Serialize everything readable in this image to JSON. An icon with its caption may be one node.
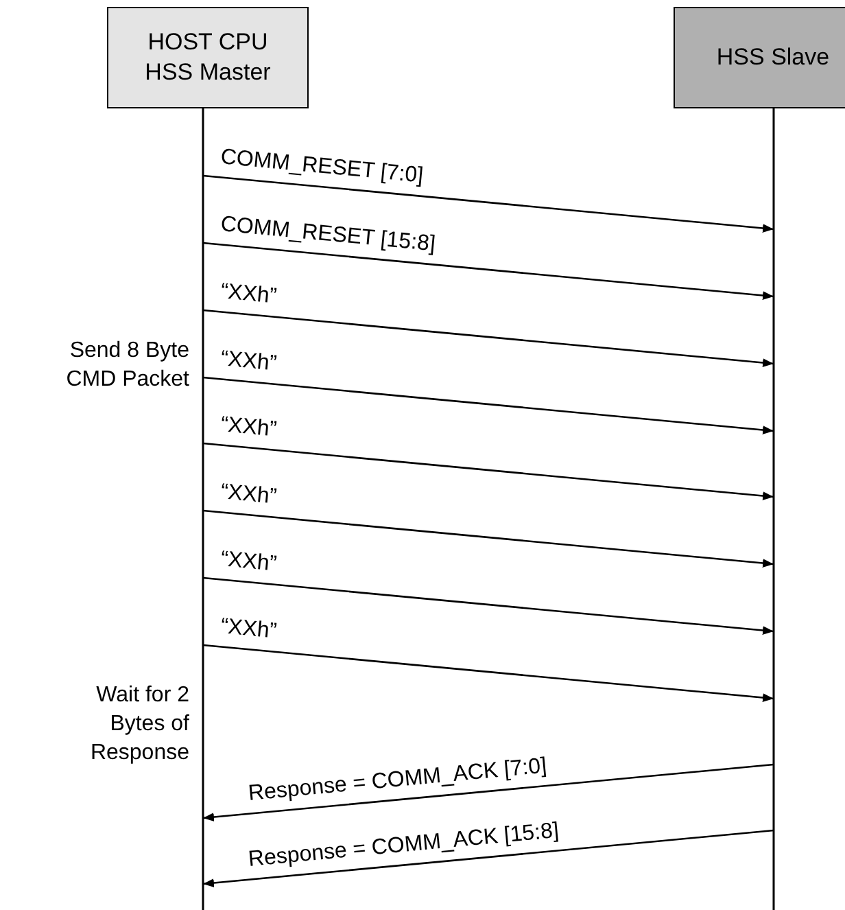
{
  "diagram": {
    "nodes": [
      {
        "text": [
          "HOST CPU HSS Master"
        ]
      },
      {
        "text": [
          "HSS Slave"
        ]
      }
    ],
    "edges": [
      {
        "from": 0,
        "to": 1,
        "arrow": "to",
        "label": "COMM_RESET [7:0]"
      },
      {
        "from": 0,
        "to": 1,
        "arrow": "to",
        "label": "COMM_RESET [15:8]"
      },
      {
        "from": 0,
        "to": 1,
        "arrow": "to",
        "label": "“XXh”"
      },
      {
        "from": 0,
        "to": 1,
        "arrow": "to",
        "label": "“XXh”"
      },
      {
        "from": 0,
        "to": 1,
        "arrow": "to",
        "label": "“XXh”"
      },
      {
        "from": 0,
        "to": 1,
        "arrow": "to",
        "label": "“XXh”"
      },
      {
        "from": 0,
        "to": 1,
        "arrow": "to",
        "label": "“XXh”"
      },
      {
        "from": 0,
        "to": 1,
        "arrow": "to",
        "label": "“XXh”"
      },
      {
        "from": 1,
        "to": 0,
        "arrow": "to",
        "label": "Response =  COMM_ACK [7:0]"
      },
      {
        "from": 1,
        "to": 0,
        "arrow": "to",
        "label": "Response =  COMM_ACK [15:8]"
      }
    ],
    "labels": [
      "Send 8 Byte CMD Packet",
      "Wait for 2 Bytes of Response"
    ]
  }
}
